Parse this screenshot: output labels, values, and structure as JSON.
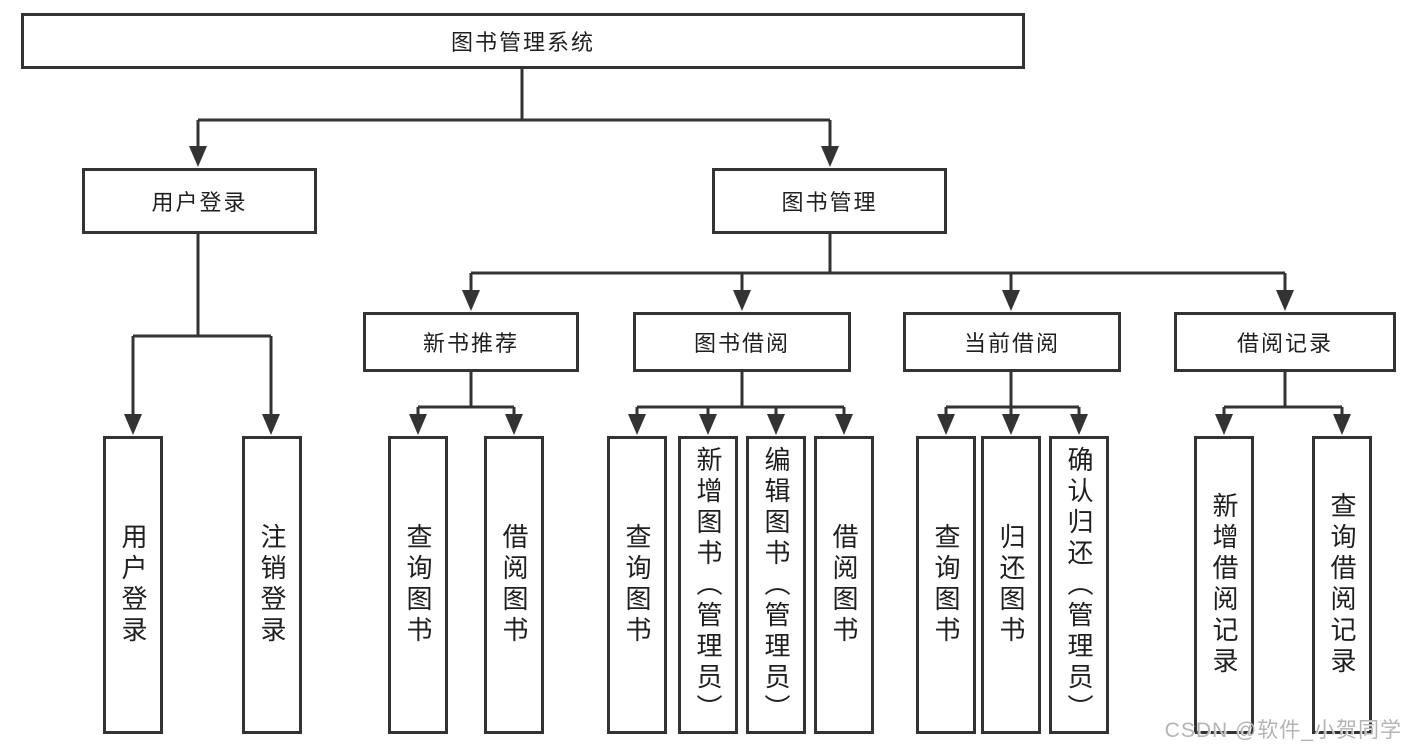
{
  "diagram": {
    "root": "图书管理系统",
    "branches": [
      {
        "label": "用户登录",
        "children": [
          "用户登录",
          "注销登录"
        ]
      },
      {
        "label": "图书管理",
        "groups": [
          {
            "label": "新书推荐",
            "children": [
              "查询图书",
              "借阅图书"
            ]
          },
          {
            "label": "图书借阅",
            "children": [
              "查询图书",
              "新增图书（管理员）",
              "编辑图书（管理员）",
              "借阅图书"
            ]
          },
          {
            "label": "当前借阅",
            "children": [
              "查询图书",
              "归还图书",
              "确认归还（管理员）"
            ]
          },
          {
            "label": "借阅记录",
            "children": [
              "新增借阅记录",
              "查询借阅记录"
            ]
          }
        ]
      }
    ]
  },
  "watermark": "CSDN @软件_小贺同学",
  "colors": {
    "line": "#333333",
    "text": "#1f1f1f",
    "watermark": "#b4b4b4",
    "background": "#ffffff"
  }
}
